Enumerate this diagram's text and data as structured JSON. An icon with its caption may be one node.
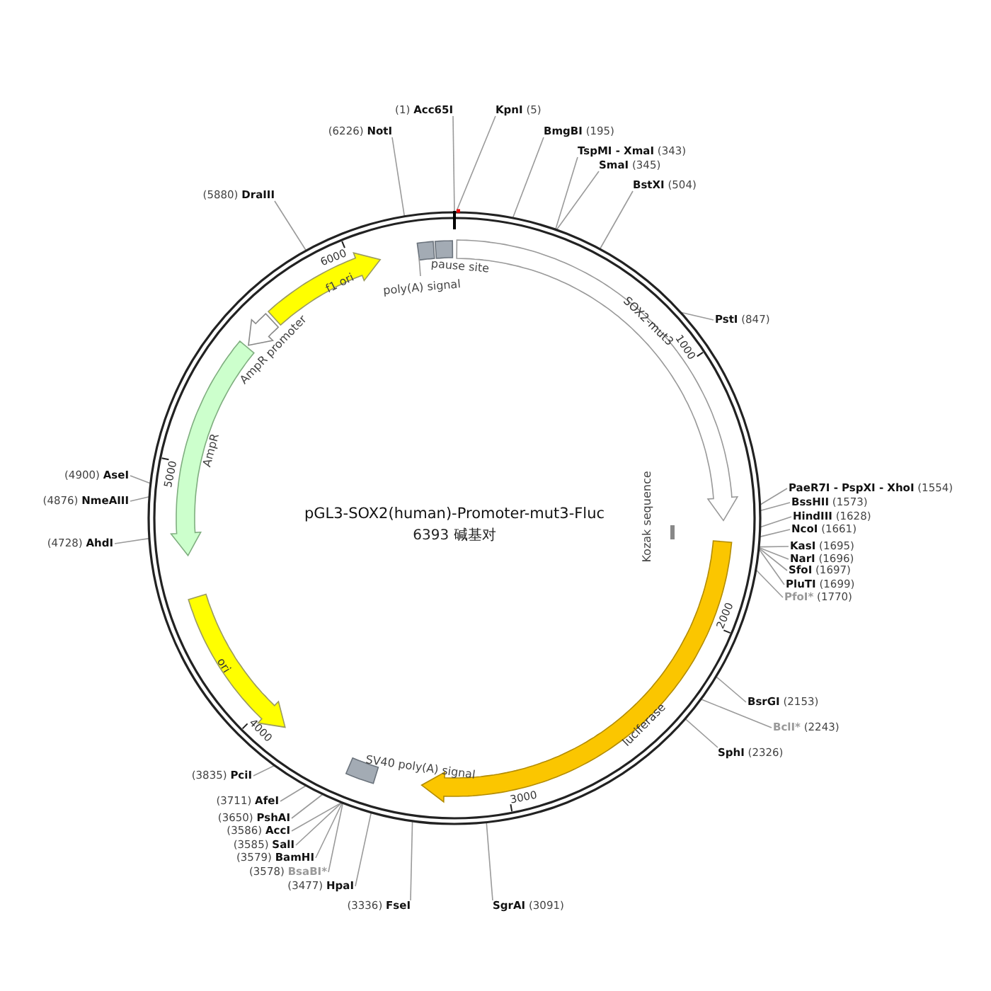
{
  "diagram": {
    "title": "pGL3-SOX2(human)-Promoter-mut3-Fluc",
    "nodes": [
      {
        "text": [
          "(1)",
          "Acc65I"
        ]
      },
      {
        "text": [
          "KpnI",
          "(5)"
        ]
      },
      {
        "text": [
          "(6226)",
          "NotI"
        ]
      },
      {
        "text": [
          "BmgBI",
          "(195)"
        ]
      },
      {
        "text": [
          "TspMI - XmaI",
          "(343)"
        ]
      },
      {
        "text": [
          "SmaI",
          "(345)"
        ]
      },
      {
        "text": [
          "BstXI",
          "(504)"
        ]
      },
      {
        "text": [
          "(5880)",
          "DraIII"
        ]
      },
      {
        "text": [
          "PstI",
          "(847)"
        ]
      },
      {
        "text": [
          "PaeR7I - PspXI - XhoI",
          "(1554)"
        ]
      },
      {
        "text": [
          "BssHII",
          "(1573)"
        ]
      },
      {
        "text": [
          "HindIII",
          "(1628)"
        ]
      },
      {
        "text": [
          "NcoI",
          "(1661)"
        ]
      },
      {
        "text": [
          "KasI",
          "(1695)"
        ]
      },
      {
        "text": [
          "NarI",
          "(1696)"
        ]
      },
      {
        "text": [
          "SfoI",
          "(1697)"
        ]
      },
      {
        "text": [
          "PluTI",
          "(1699)"
        ]
      },
      {
        "text": [
          "PfoI*",
          "(1770)"
        ]
      },
      {
        "text": [
          "BsrGI",
          "(2153)"
        ]
      },
      {
        "text": [
          "BclI*",
          "(2243)"
        ]
      },
      {
        "text": [
          "SphI",
          "(2326)"
        ]
      },
      {
        "text": [
          "(4900)",
          "AseI"
        ]
      },
      {
        "text": [
          "(4876)",
          "NmeAIII"
        ]
      },
      {
        "text": [
          "(4728)",
          "AhdI"
        ]
      },
      {
        "text": [
          "(3835)",
          "PciI"
        ]
      },
      {
        "text": [
          "(3711)",
          "AfeI"
        ]
      },
      {
        "text": [
          "(3650)",
          "PshAI"
        ]
      },
      {
        "text": [
          "(3586)",
          "AccI"
        ]
      },
      {
        "text": [
          "(3585)",
          "SalI"
        ]
      },
      {
        "text": [
          "(3579)",
          "BamHI"
        ]
      },
      {
        "text": [
          "(3578)",
          "BsaBI*"
        ]
      },
      {
        "text": [
          "(3477)",
          "HpaI"
        ]
      },
      {
        "text": [
          "(3336)",
          "FseI"
        ]
      },
      {
        "text": [
          "SgrAI",
          "(3091)"
        ]
      },
      {
        "text": [
          "pause site"
        ]
      },
      {
        "text": [
          "poly(A) signal"
        ]
      },
      {
        "text": [
          "f1 ori"
        ]
      },
      {
        "text": [
          "AmpR promoter"
        ]
      },
      {
        "text": [
          "SOX2-mut3"
        ]
      },
      {
        "text": [
          "Kozak sequence"
        ]
      },
      {
        "text": [
          "AmpR"
        ]
      },
      {
        "text": [
          "luciferase"
        ]
      },
      {
        "text": [
          "ori"
        ]
      },
      {
        "text": [
          "SV40 poly(A) signal"
        ]
      }
    ],
    "edges": [
      {
        "from": 0,
        "to": null,
        "arrow": "none"
      },
      {
        "from": 1,
        "to": null,
        "arrow": "none"
      },
      {
        "from": 2,
        "to": null,
        "arrow": "none"
      },
      {
        "from": 3,
        "to": null,
        "arrow": "none"
      },
      {
        "from": 4,
        "to": null,
        "arrow": "none"
      },
      {
        "from": 5,
        "to": null,
        "arrow": "none"
      },
      {
        "from": 6,
        "to": null,
        "arrow": "none"
      },
      {
        "from": 7,
        "to": null,
        "arrow": "none"
      },
      {
        "from": 8,
        "to": null,
        "arrow": "none"
      },
      {
        "from": 9,
        "to": null,
        "arrow": "none"
      },
      {
        "from": 10,
        "to": null,
        "arrow": "none"
      },
      {
        "from": 11,
        "to": null,
        "arrow": "none"
      },
      {
        "from": 12,
        "to": null,
        "arrow": "none"
      },
      {
        "from": 13,
        "to": null,
        "arrow": "none"
      },
      {
        "from": 14,
        "to": null,
        "arrow": "none"
      },
      {
        "from": 15,
        "to": null,
        "arrow": "none"
      },
      {
        "from": 16,
        "to": null,
        "arrow": "none"
      },
      {
        "from": 17,
        "to": null,
        "arrow": "none"
      },
      {
        "from": 18,
        "to": null,
        "arrow": "none"
      },
      {
        "from": 19,
        "to": null,
        "arrow": "none"
      },
      {
        "from": 20,
        "to": null,
        "arrow": "none"
      },
      {
        "from": 21,
        "to": null,
        "arrow": "none"
      },
      {
        "from": 22,
        "to": null,
        "arrow": "none"
      },
      {
        "from": 23,
        "to": null,
        "arrow": "none"
      },
      {
        "from": 24,
        "to": null,
        "arrow": "none"
      },
      {
        "from": 25,
        "to": null,
        "arrow": "none"
      },
      {
        "from": 26,
        "to": null,
        "arrow": "none"
      },
      {
        "from": 27,
        "to": null,
        "arrow": "none"
      },
      {
        "from": 28,
        "to": null,
        "arrow": "none"
      },
      {
        "from": 29,
        "to": null,
        "arrow": "none"
      },
      {
        "from": 30,
        "to": null,
        "arrow": "none"
      },
      {
        "from": 31,
        "to": null,
        "arrow": "none"
      },
      {
        "from": 32,
        "to": null,
        "arrow": "none"
      },
      {
        "from": 33,
        "to": null,
        "arrow": "none"
      }
    ],
    "labels": [
      "6393 碱基对",
      "1000",
      "2000",
      "3000",
      "4000",
      "5000",
      "6000"
    ]
  }
}
